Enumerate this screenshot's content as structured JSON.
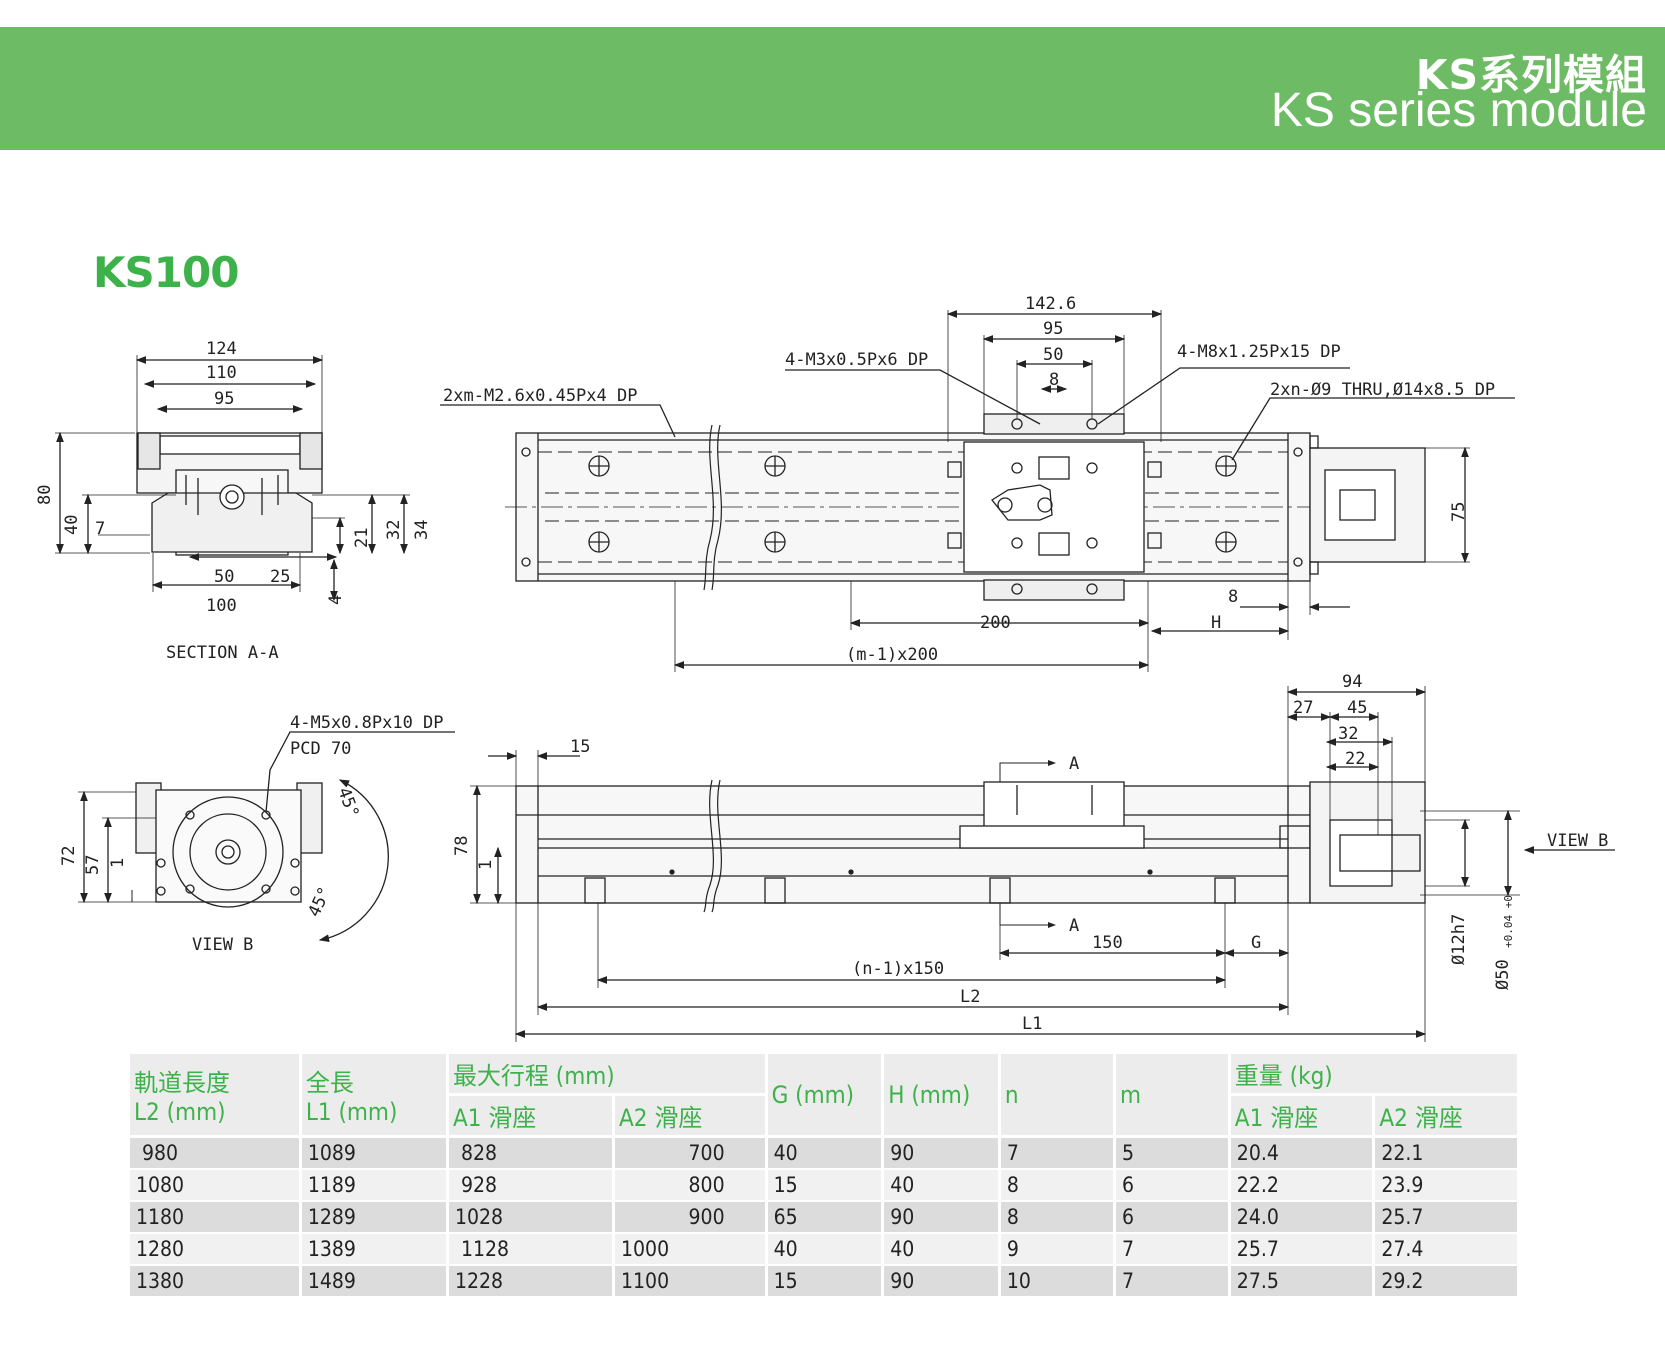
{
  "header": {
    "title_zh": "KS系列模組",
    "title_en": "KS series module",
    "bg_color": "#6dbb64"
  },
  "model": {
    "name": "KS100",
    "color": "#3eb24a"
  },
  "section_aa": {
    "caption": "SECTION A-A",
    "dims": {
      "w124": "124",
      "w110": "110",
      "w95": "95",
      "h80": "80",
      "h40": "40",
      "d7": "7",
      "d21": "21",
      "d32": "32",
      "d34": "34",
      "d50": "50",
      "d25": "25",
      "d100": "100",
      "d4": "4"
    }
  },
  "top_view": {
    "callouts": {
      "m26": "2xm-M2.6x0.45Px4 DP",
      "m3": "4-M3x0.5Px6 DP",
      "m8": "4-M8x1.25Px15 DP",
      "thru": "2xn-Ø9 THRU,Ø14x8.5 DP"
    },
    "dims": {
      "d1426": "142.6",
      "d95": "95",
      "d50": "50",
      "d8": "8",
      "d75": "75",
      "d8b": "8",
      "d200": "200",
      "dH": "H",
      "dm": "(m-1)x200"
    }
  },
  "view_b": {
    "caption": "VIEW B",
    "callouts": {
      "m5": "4-M5x0.8Px10 DP",
      "pcd": "PCD 70"
    },
    "dims": {
      "d72": "72",
      "d57": "57",
      "d1": "1",
      "a1": "45°",
      "a2": "45°"
    }
  },
  "side_view": {
    "labels": {
      "secA1": "A",
      "secA2": "A",
      "viewb": "VIEW B"
    },
    "dims": {
      "d15": "15",
      "d78": "78",
      "d1": "1",
      "d94": "94",
      "d27": "27",
      "d45": "45",
      "d32": "32",
      "d22": "22",
      "d150": "150",
      "dG": "G",
      "dn": "(n-1)x150",
      "dL2": "L2",
      "dL1": "L1",
      "d12h7": "Ø12h7",
      "d50": "Ø50",
      "d50tol": "+0.04\n+0"
    }
  },
  "table": {
    "headers": {
      "rail_zh": "軌道長度",
      "rail_unit": "L2 (mm)",
      "len_zh": "全長",
      "len_unit": "L1 (mm)",
      "stroke": "最大行程 (mm)",
      "a1": "A1 滑座",
      "a2": "A2 滑座",
      "g": "G (mm)",
      "h": "H (mm)",
      "n": "n",
      "m": "m",
      "weight": "重量 (kg)",
      "wa1": "A1 滑座",
      "wa2": "A2 滑座"
    },
    "rows": [
      [
        "980",
        "1089",
        "828",
        "700",
        "40",
        "90",
        "7",
        "5",
        "20.4",
        "22.1"
      ],
      [
        "1080",
        "1189",
        "928",
        "800",
        "15",
        "40",
        "8",
        "6",
        "22.2",
        "23.9"
      ],
      [
        "1180",
        "1289",
        "1028",
        "900",
        "65",
        "90",
        "8",
        "6",
        "24.0",
        "25.7"
      ],
      [
        "1280",
        "1389",
        "1128",
        "1000",
        "40",
        "40",
        "9",
        "7",
        "25.7",
        "27.4"
      ],
      [
        "1380",
        "1489",
        "1228",
        "1100",
        "15",
        "90",
        "10",
        "7",
        "27.5",
        "29.2"
      ]
    ]
  }
}
